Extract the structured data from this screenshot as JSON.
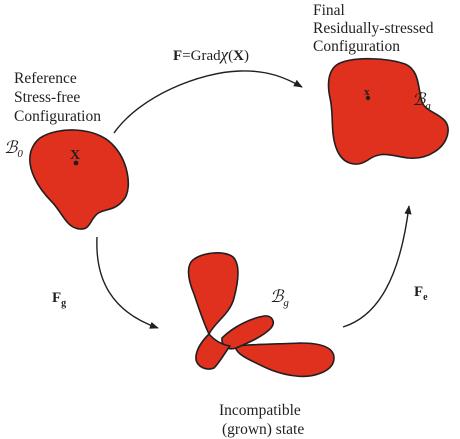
{
  "colors": {
    "fill": "#e0301e",
    "stroke": "#231f20"
  },
  "reference": {
    "label_lines": [
      "Reference",
      "Stress-free",
      "Configuration"
    ],
    "body_symbol": "ℬ",
    "body_subscript": "0",
    "point_label": "X"
  },
  "final": {
    "label_lines": [
      "Final",
      "Residually-stressed",
      "Configuration"
    ],
    "body_symbol": "ℬ",
    "body_subscript": "a",
    "point_label": "x"
  },
  "grown": {
    "label_lines": [
      "Incompatible",
      "(grown) state"
    ],
    "body_symbol": "ℬ",
    "body_subscript": "g"
  },
  "maps": {
    "total_lhs": "F",
    "total_eq": "=Grad",
    "total_chi": "χ",
    "total_arg_open": "(",
    "total_arg": "X",
    "total_arg_close": ")",
    "growth": "F",
    "growth_sub": "g",
    "elastic": "F",
    "elastic_sub": "e"
  }
}
